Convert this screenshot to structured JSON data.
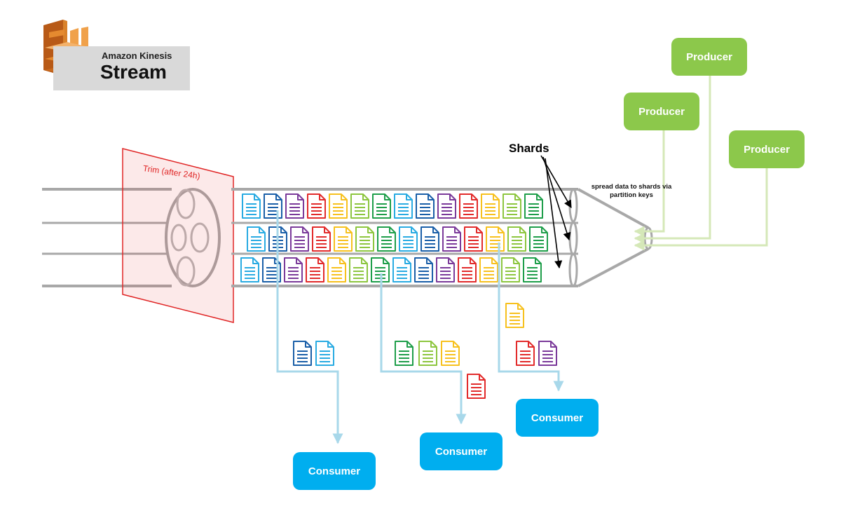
{
  "logo": {
    "subtitle": "Amazon Kinesis",
    "title": "Stream",
    "icon": "kinesis-icon"
  },
  "labels": {
    "trim": "Trim (after 24h)",
    "shards": "Shards",
    "spread": "spread data to shards via partition keys"
  },
  "producers": [
    "Producer",
    "Producer",
    "Producer"
  ],
  "consumers": [
    "Consumer",
    "Consumer",
    "Consumer"
  ],
  "colors": {
    "producer": "#8cc84b",
    "consumer": "#00aeef",
    "arrow_green": "#d5e8b8",
    "arrow_blue": "#a8d8ea",
    "trim": "#e02424",
    "pipe": "#a8a8a8",
    "records": {
      "sky": "#29abe2",
      "blue": "#1a5fa8",
      "purple": "#7b3a9a",
      "red": "#e22b2b",
      "yellow": "#f7c11e",
      "lime": "#8dc63f",
      "green": "#1e9e4a"
    }
  },
  "shards": [
    [
      "sky",
      "blue",
      "purple",
      "red",
      "yellow",
      "lime",
      "green",
      "sky",
      "blue",
      "purple",
      "red",
      "yellow",
      "lime",
      "green"
    ],
    [
      "sky",
      "blue",
      "purple",
      "red",
      "yellow",
      "lime",
      "green",
      "sky",
      "blue",
      "purple",
      "red",
      "yellow",
      "lime",
      "green"
    ],
    [
      "sky",
      "blue",
      "purple",
      "red",
      "yellow",
      "lime",
      "green",
      "sky",
      "blue",
      "purple",
      "red",
      "yellow",
      "lime",
      "green"
    ]
  ],
  "consumer_records": [
    [
      "blue",
      "sky"
    ],
    [
      "green",
      "lime",
      "yellow",
      "red"
    ],
    [
      "yellow",
      "red",
      "purple"
    ]
  ]
}
